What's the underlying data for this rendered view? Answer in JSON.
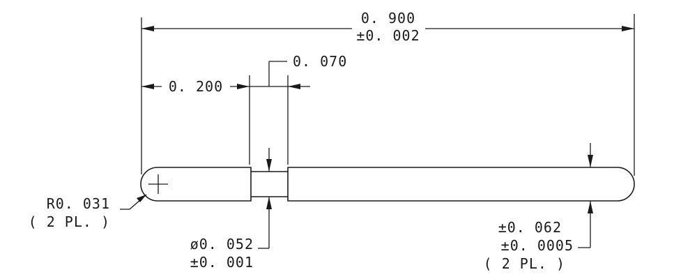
{
  "drawing": {
    "overall_length": {
      "value": "0. 900",
      "tolerance": "±0. 002"
    },
    "head_length": {
      "value": "0. 200"
    },
    "neck_width": {
      "value": "0. 070"
    },
    "end_radius": {
      "value": "R0. 031",
      "note": "( 2 PL. )"
    },
    "neck_diameter": {
      "value": "ø0. 052",
      "tolerance": "±0. 001"
    },
    "body_diameter": {
      "value": "±0. 062",
      "tolerance": "±0. 0005",
      "note": "( 2 PL. )"
    }
  }
}
